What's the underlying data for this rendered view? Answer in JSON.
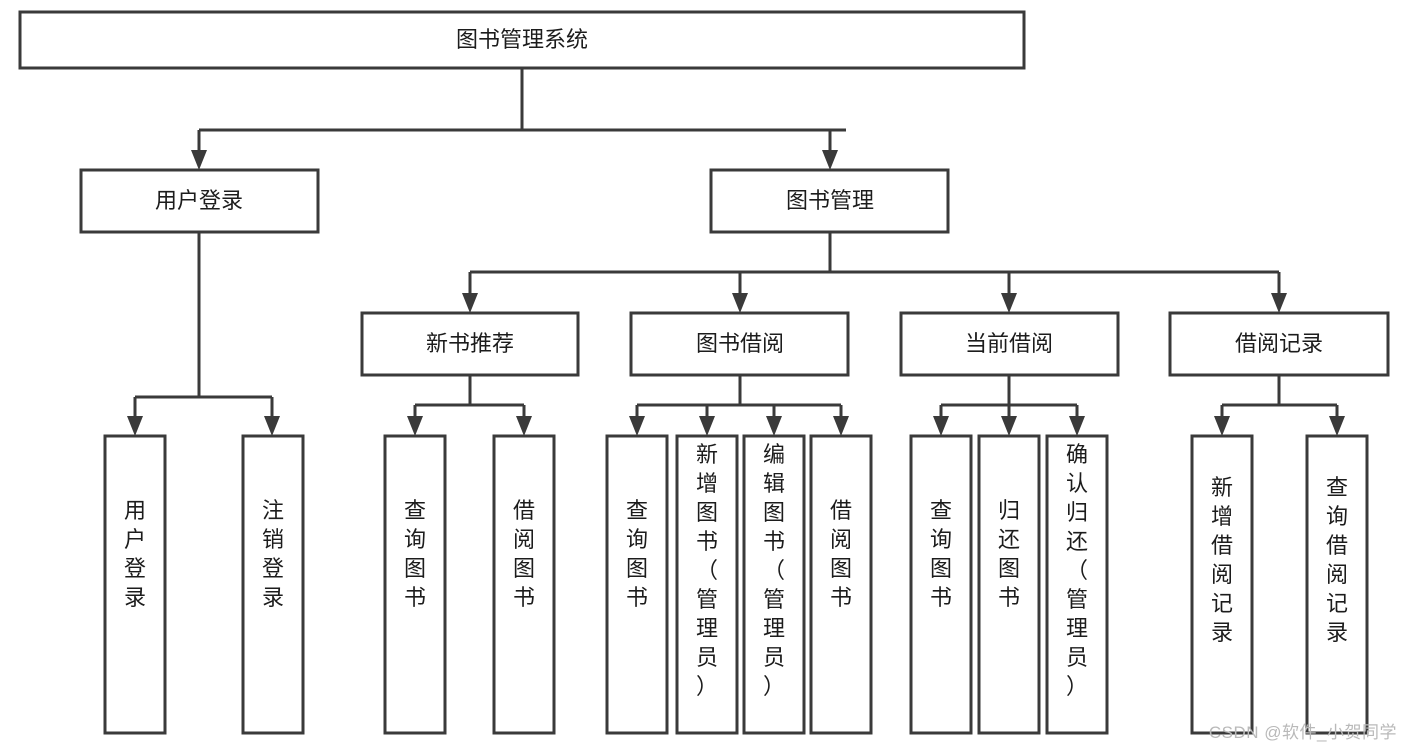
{
  "diagram": {
    "title_node": {
      "label": "图书管理系统"
    },
    "level2": [
      {
        "id": "user-login",
        "label": "用户登录"
      },
      {
        "id": "book-management",
        "label": "图书管理"
      }
    ],
    "level3": [
      {
        "id": "new-book-recommend",
        "label": "新书推荐"
      },
      {
        "id": "book-borrow",
        "label": "图书借阅"
      },
      {
        "id": "current-borrow",
        "label": "当前借阅"
      },
      {
        "id": "borrow-record",
        "label": "借阅记录"
      }
    ],
    "leaves": {
      "user_login": [
        {
          "id": "leaf-user-login",
          "label": "用户登录"
        },
        {
          "id": "leaf-logout-login",
          "label": "注销登录"
        }
      ],
      "new_book_recommend": [
        {
          "id": "leaf-query-book-1",
          "label": "查询图书"
        },
        {
          "id": "leaf-borrow-book-1",
          "label": "借阅图书"
        }
      ],
      "book_borrow": [
        {
          "id": "leaf-query-book-2",
          "label": "查询图书"
        },
        {
          "id": "leaf-add-book",
          "label": "新增图书（管理员）"
        },
        {
          "id": "leaf-edit-book",
          "label": "编辑图书（管理员）"
        },
        {
          "id": "leaf-borrow-book-2",
          "label": "借阅图书"
        }
      ],
      "current_borrow": [
        {
          "id": "leaf-query-book-3",
          "label": "查询图书"
        },
        {
          "id": "leaf-return-book",
          "label": "归还图书"
        },
        {
          "id": "leaf-confirm-return",
          "label": "确认归还（管理员）"
        }
      ],
      "borrow_record": [
        {
          "id": "leaf-add-record",
          "label": "新增借阅记录"
        },
        {
          "id": "leaf-query-record",
          "label": "查询借阅记录"
        }
      ]
    },
    "colors": {
      "stroke": "#3a3a3a",
      "fill": "#ffffff",
      "text": "#1c1c1c",
      "watermark": "#b9b9b9"
    }
  },
  "watermark": {
    "text": "CSDN @软件_小贺同学"
  }
}
